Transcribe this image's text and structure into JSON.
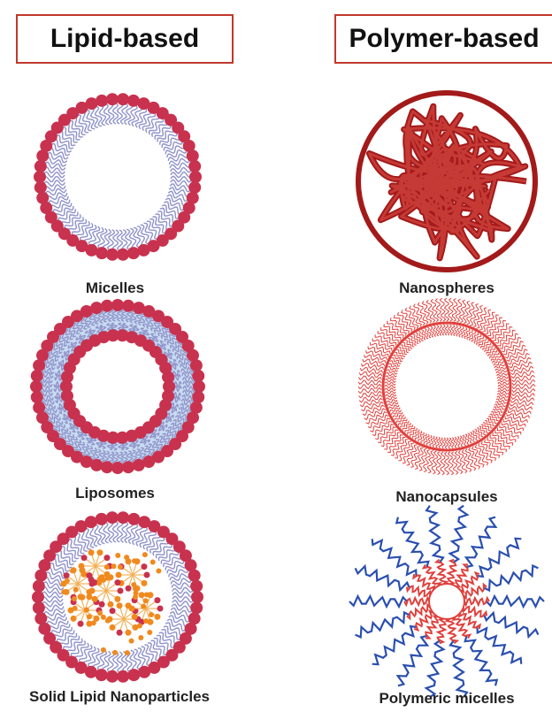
{
  "headers": {
    "left": "Lipid-based",
    "right": "Polymer-based"
  },
  "labels": {
    "micelles": "Micelles",
    "liposomes": "Liposomes",
    "sln": "Solid Lipid Nanoparticles",
    "nanospheres": "Nanospheres",
    "nanocapsules": "Nanocapsules",
    "polymeric_micelles": "Polymeric micelles"
  },
  "colors": {
    "head_red": "#c8324e",
    "tail_lavender": "#8f93c9",
    "liposome_fill": "#c9dcf2",
    "polymer_dark_red": "#a31a1a",
    "polymer_red": "#e0403c",
    "polymer_blue": "#2a4fb0",
    "sln_orange": "#f08a1e",
    "border_red": "#c0392b"
  }
}
